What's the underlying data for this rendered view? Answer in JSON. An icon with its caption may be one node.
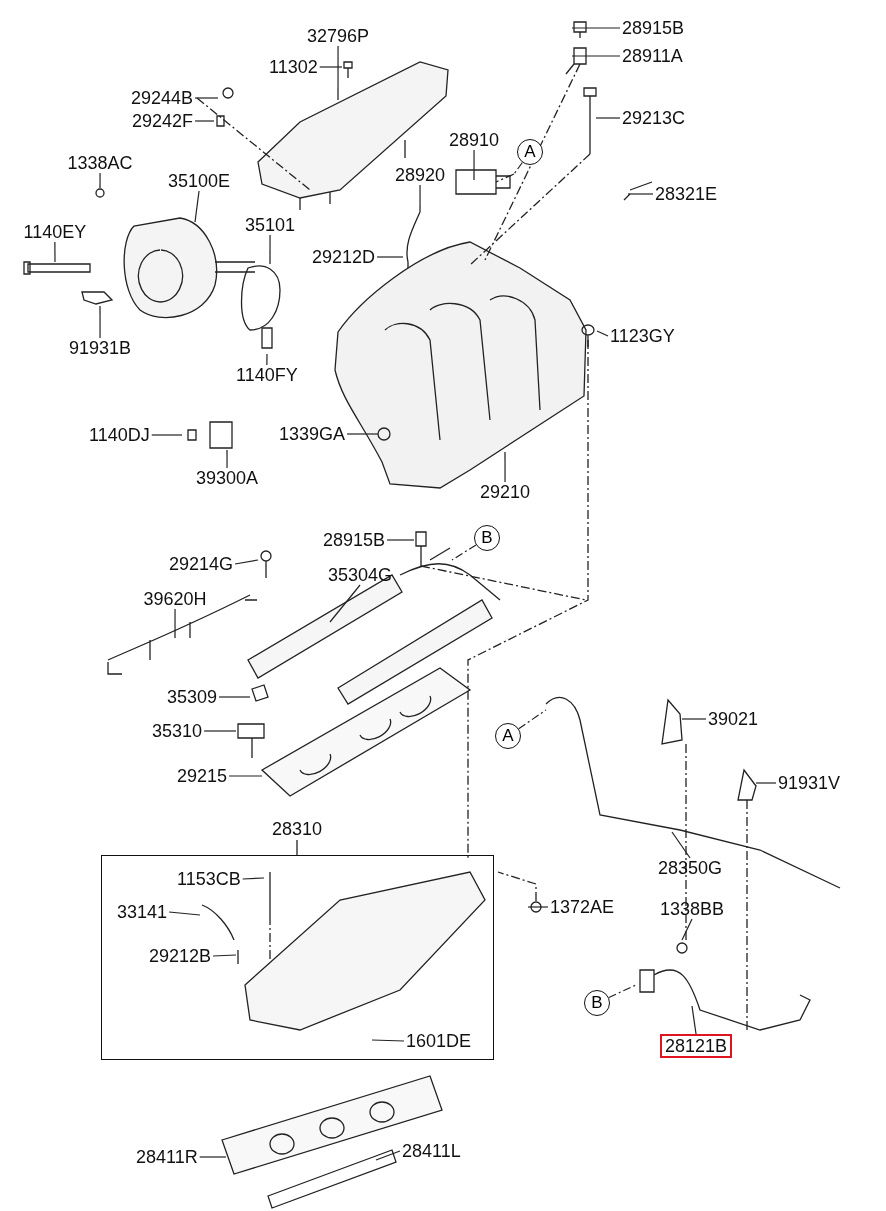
{
  "diagram": {
    "nodes": [
      {
        "text": [
          "32796P"
        ]
      },
      {
        "text": [
          "11302"
        ]
      },
      {
        "text": [
          "28915B"
        ]
      },
      {
        "text": [
          "28911A"
        ]
      },
      {
        "text": [
          "29244B"
        ]
      },
      {
        "text": [
          "29242F"
        ]
      },
      {
        "text": [
          "29213C"
        ]
      },
      {
        "text": [
          "28910"
        ]
      },
      {
        "text": [
          "A"
        ]
      },
      {
        "text": [
          "1338AC"
        ]
      },
      {
        "text": [
          "35100E"
        ]
      },
      {
        "text": [
          "28920"
        ]
      },
      {
        "text": [
          "28321E"
        ]
      },
      {
        "text": [
          "1140EY"
        ]
      },
      {
        "text": [
          "35101"
        ]
      },
      {
        "text": [
          "29212D"
        ]
      },
      {
        "text": [
          "1123GY"
        ]
      },
      {
        "text": [
          "91931B"
        ]
      },
      {
        "text": [
          "1140FY"
        ]
      },
      {
        "text": [
          "1140DJ"
        ]
      },
      {
        "text": [
          "1339GA"
        ]
      },
      {
        "text": [
          "39300A"
        ]
      },
      {
        "text": [
          "29210"
        ]
      },
      {
        "text": [
          "28915B"
        ]
      },
      {
        "text": [
          "B"
        ]
      },
      {
        "text": [
          "29214G"
        ]
      },
      {
        "text": [
          "35304G"
        ]
      },
      {
        "text": [
          "39620H"
        ]
      },
      {
        "text": [
          "35309"
        ]
      },
      {
        "text": [
          "35310"
        ]
      },
      {
        "text": [
          "29215"
        ]
      },
      {
        "text": [
          "39021"
        ]
      },
      {
        "text": [
          "A"
        ]
      },
      {
        "text": [
          "91931V"
        ]
      },
      {
        "text": [
          "28310"
        ]
      },
      {
        "text": [
          "1153CB"
        ],
        "in": 34
      },
      {
        "text": [
          "33141"
        ],
        "in": 34
      },
      {
        "text": [
          "29212B"
        ],
        "in": 34
      },
      {
        "text": [
          "1601DE"
        ],
        "in": 34
      },
      {
        "text": [
          "1372AE"
        ]
      },
      {
        "text": [
          "28350G"
        ]
      },
      {
        "text": [
          "1338BB"
        ]
      },
      {
        "text": [
          "B"
        ]
      },
      {
        "text": [
          "28121B"
        ]
      },
      {
        "text": [
          "28411R"
        ]
      },
      {
        "text": [
          "28411L"
        ]
      }
    ],
    "edges": [
      {
        "from": 0,
        "to": null,
        "arrow": "none"
      },
      {
        "from": 1,
        "to": null,
        "arrow": "none"
      },
      {
        "from": 2,
        "to": null,
        "arrow": "none"
      },
      {
        "from": 3,
        "to": null,
        "arrow": "none"
      },
      {
        "from": 4,
        "to": null,
        "arrow": "none"
      },
      {
        "from": 5,
        "to": null,
        "arrow": "none"
      },
      {
        "from": 6,
        "to": null,
        "arrow": "none"
      },
      {
        "from": 7,
        "to": null,
        "arrow": "none"
      },
      {
        "from": 8,
        "to": null,
        "arrow": "none",
        "style": "dashed"
      },
      {
        "from": 9,
        "to": null,
        "arrow": "none"
      },
      {
        "from": 10,
        "to": null,
        "arrow": "none"
      },
      {
        "from": 11,
        "to": null,
        "arrow": "none"
      },
      {
        "from": 12,
        "to": null,
        "arrow": "none"
      },
      {
        "from": 13,
        "to": null,
        "arrow": "none"
      },
      {
        "from": 14,
        "to": null,
        "arrow": "none"
      },
      {
        "from": 15,
        "to": null,
        "arrow": "none"
      },
      {
        "from": 16,
        "to": null,
        "arrow": "none"
      },
      {
        "from": 17,
        "to": null,
        "arrow": "none"
      },
      {
        "from": 18,
        "to": null,
        "arrow": "none"
      },
      {
        "from": 19,
        "to": null,
        "arrow": "none"
      },
      {
        "from": 20,
        "to": null,
        "arrow": "none"
      },
      {
        "from": 21,
        "to": null,
        "arrow": "none"
      },
      {
        "from": 22,
        "to": null,
        "arrow": "none"
      },
      {
        "from": 23,
        "to": null,
        "arrow": "none"
      },
      {
        "from": 24,
        "to": null,
        "arrow": "none",
        "style": "dashed"
      },
      {
        "from": 25,
        "to": null,
        "arrow": "none"
      },
      {
        "from": 26,
        "to": null,
        "arrow": "none"
      },
      {
        "from": 27,
        "to": null,
        "arrow": "none"
      },
      {
        "from": 28,
        "to": null,
        "arrow": "none"
      },
      {
        "from": 29,
        "to": null,
        "arrow": "none"
      },
      {
        "from": 30,
        "to": null,
        "arrow": "none"
      },
      {
        "from": 31,
        "to": null,
        "arrow": "none"
      },
      {
        "from": 32,
        "to": null,
        "arrow": "none",
        "style": "dashed"
      },
      {
        "from": 33,
        "to": null,
        "arrow": "none"
      },
      {
        "from": 35,
        "to": null,
        "arrow": "none"
      },
      {
        "from": 36,
        "to": null,
        "arrow": "none"
      },
      {
        "from": 37,
        "to": null,
        "arrow": "none"
      },
      {
        "from": 38,
        "to": null,
        "arrow": "none"
      },
      {
        "from": 39,
        "to": null,
        "arrow": "none"
      },
      {
        "from": 40,
        "to": null,
        "arrow": "none"
      },
      {
        "from": 41,
        "to": null,
        "arrow": "none"
      },
      {
        "from": 42,
        "to": null,
        "arrow": "none",
        "style": "dashed"
      },
      {
        "from": 43,
        "to": null,
        "arrow": "none"
      },
      {
        "from": 44,
        "to": null,
        "arrow": "none"
      },
      {
        "from": 45,
        "to": null,
        "arrow": "none"
      }
    ]
  }
}
